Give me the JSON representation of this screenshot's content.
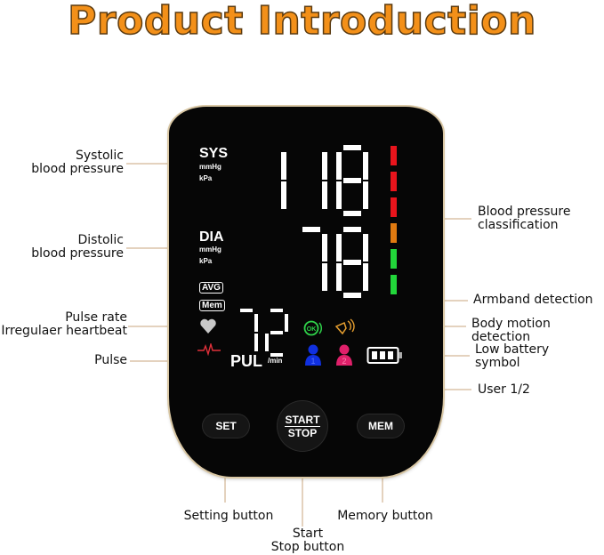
{
  "title": "Product Introduction",
  "display": {
    "sys_label": "SYS",
    "dia_label": "DIA",
    "unit_mmhg": "mmHg",
    "unit_kpa": "kPa",
    "avg_label": "AVG",
    "mem_label": "Mem",
    "pul_label": "PUL",
    "per_min": "/min",
    "systolic": "118",
    "diastolic": "78",
    "pulse": "72",
    "classification_colors": [
      "#e8141c",
      "#e8141c",
      "#e8141c",
      "#e07a10",
      "#22d63a",
      "#22d63a"
    ],
    "user1_color": "#1030e0",
    "user2_color": "#e0206a",
    "ok_color": "#2fd24a",
    "ok_text": "OK",
    "user1_number": "1",
    "user2_number": "2",
    "battery_level": 1.0
  },
  "buttons": {
    "set": "SET",
    "start": "START",
    "stop": "STOP",
    "mem": "MEM"
  },
  "callouts": {
    "systolic": [
      "Systolic",
      "blood pressure"
    ],
    "diastolic": [
      "Distolic",
      "blood pressure"
    ],
    "pulse_rate": [
      "Pulse rate",
      "Irregulaer heartbeat"
    ],
    "pulse": "Pulse",
    "classification": [
      "Blood pressure",
      "classification"
    ],
    "armband": "Armband detection",
    "motion": "Body motion detection",
    "battery": [
      "Low battery",
      "symbol"
    ],
    "user": "User 1/2",
    "setting": "Setting button",
    "startstop": [
      "Start",
      "Stop button"
    ],
    "memory": "Memory button"
  },
  "accent": "#f39019"
}
